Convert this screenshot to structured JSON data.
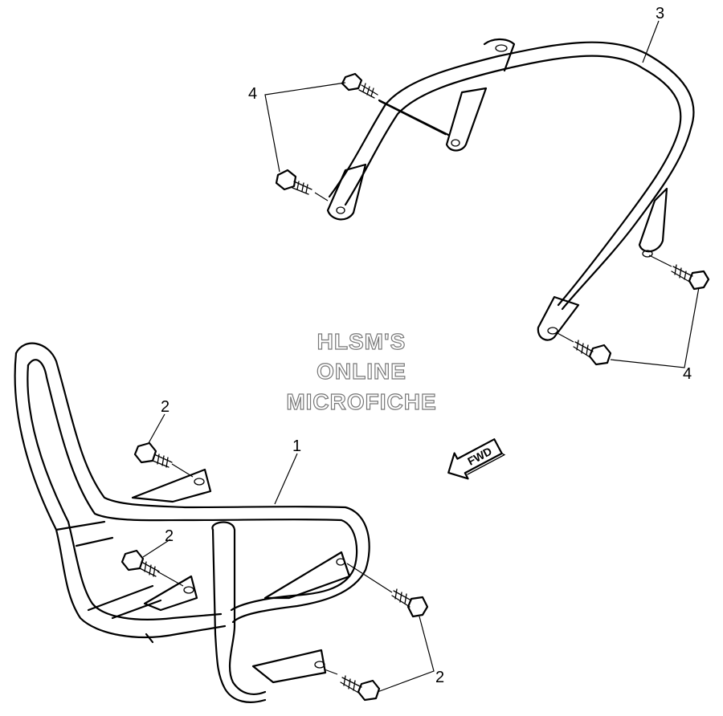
{
  "callouts": {
    "part1": "1",
    "part2_top": "2",
    "part2_mid": "2",
    "part2_bottom": "2",
    "part3": "3",
    "part4_top": "4",
    "part4_bottom": "4"
  },
  "watermark": {
    "line1": "HLSM'S",
    "line2": "ONLINE",
    "line3": "MICROFICHE"
  },
  "direction_arrow": {
    "label": "FWD"
  }
}
